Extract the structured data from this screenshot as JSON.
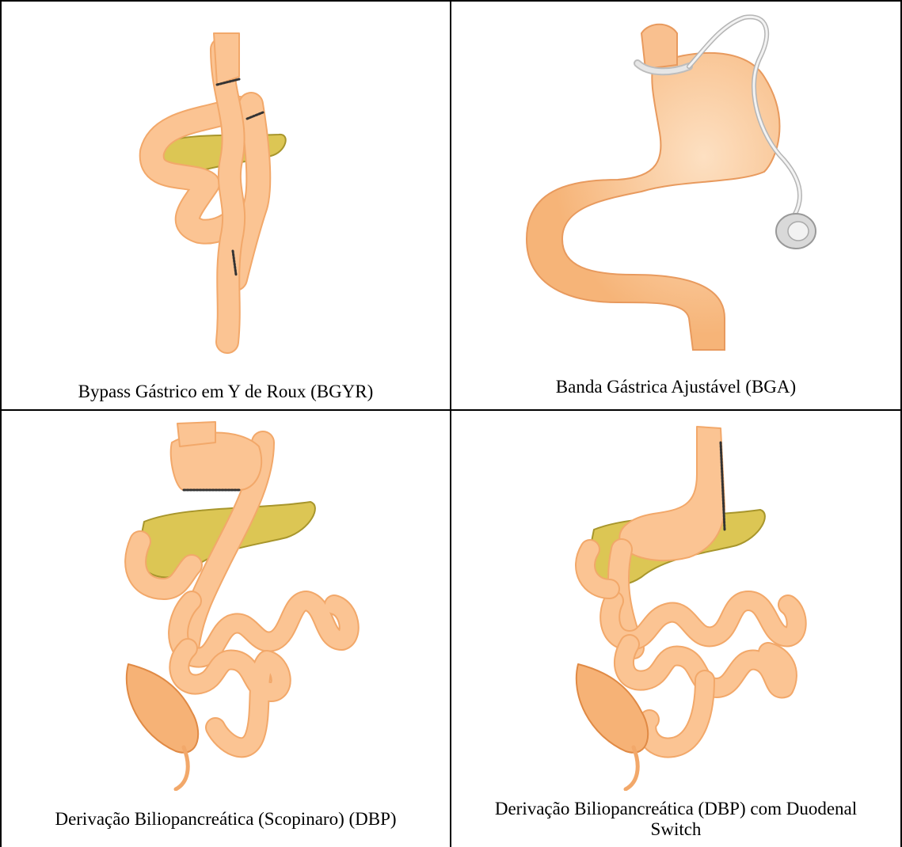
{
  "panels": [
    {
      "id": "bgyr",
      "caption": "Bypass Gástrico em Y de Roux (BGYR)"
    },
    {
      "id": "bga",
      "caption": "Banda Gástrica Ajustável (BGA)"
    },
    {
      "id": "dbp",
      "caption": "Derivação Biliopancreática (Scopinaro) (DBP)"
    },
    {
      "id": "dbp-ds",
      "caption": "Derivação Biliopancreática (DBP) com Duodenal Switch"
    }
  ],
  "colors": {
    "bowel": "#fbc493",
    "bowel_edge": "#f2a86a",
    "stomach": "#f9c08f",
    "stomach_edge": "#e89a5e",
    "pancreas": "#dcc654",
    "pancreas_edge": "#a8962c",
    "colon": "#f6b276",
    "staple": "#333333",
    "band": "#e6e6e6"
  }
}
